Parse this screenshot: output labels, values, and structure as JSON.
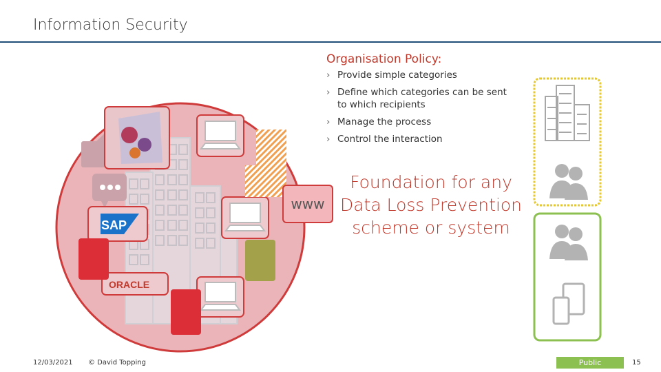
{
  "slide": {
    "title": "Information Security",
    "policy_heading": "Organisation Policy:",
    "bullets": [
      "Provide simple categories",
      "Define which categories can be sent to which recipients",
      "Manage the process",
      "Control the interaction"
    ],
    "bullet_marker": "›",
    "www_label": "www",
    "foundation_text": "Foundation for any Data Loss Prevention scheme or system",
    "logos": {
      "sap": "SAP",
      "oracle": "ORACLE"
    }
  },
  "footer": {
    "date": "12/03/2021",
    "copyright": "© David Topping",
    "classification": "Public",
    "page": "15"
  },
  "colors": {
    "accent_red": "#cf3b3b",
    "circle_fill": "#eab4b8",
    "title_rule": "#1f4e79",
    "public_badge": "#8cc152",
    "yellow_border": "#e6c830",
    "green_border": "#8cc152",
    "olive_block": "#a3a24a"
  },
  "icons": [
    "chat-bubble-icon",
    "dots-bubble-icon",
    "laptop-icon",
    "building-icon",
    "people-icon",
    "tablet-phone-icon",
    "database-image-icon"
  ]
}
